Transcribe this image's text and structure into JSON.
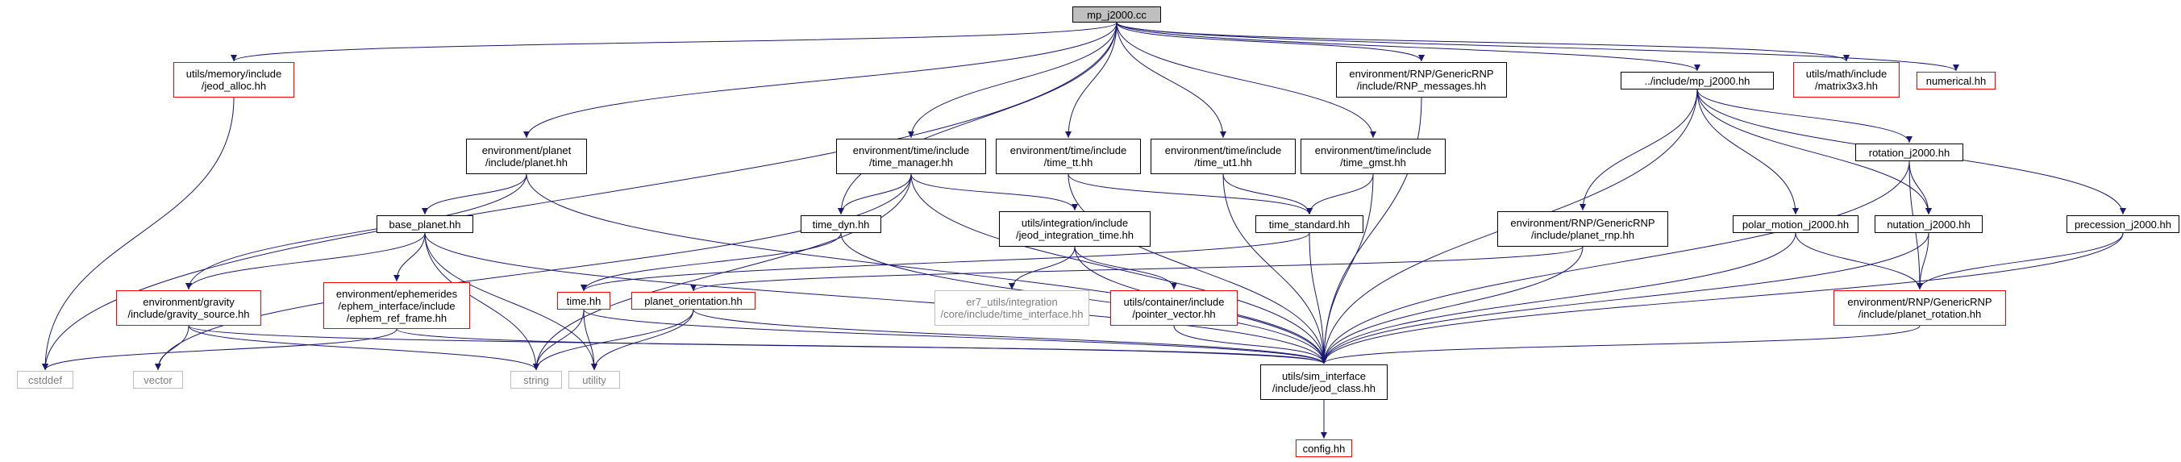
{
  "title": "mp_j2000.cc",
  "colors": {
    "edge": "#191970",
    "node_border": "#000000",
    "missing_border": "#ff0000",
    "system_border": "#bfbfbf",
    "root_fill": "#bfbfbf"
  },
  "nodes": [
    {
      "id": "root",
      "style": "root",
      "lines": [
        "mp_j2000.cc"
      ]
    },
    {
      "id": "jeod_alloc",
      "style": "red",
      "lines": [
        "utils/memory/include",
        "/jeod_alloc.hh"
      ]
    },
    {
      "id": "rnp_messages",
      "style": "black",
      "lines": [
        "environment/RNP/GenericRNP",
        "/include/RNP_messages.hh"
      ]
    },
    {
      "id": "inc_mp_j2000",
      "style": "black",
      "lines": [
        "../include/mp_j2000.hh"
      ]
    },
    {
      "id": "matrix3x3",
      "style": "red",
      "lines": [
        "utils/math/include",
        "/matrix3x3.hh"
      ]
    },
    {
      "id": "numerical",
      "style": "red",
      "lines": [
        "numerical.hh"
      ]
    },
    {
      "id": "planet",
      "style": "black",
      "lines": [
        "environment/planet",
        "/include/planet.hh"
      ]
    },
    {
      "id": "time_manager",
      "style": "black",
      "lines": [
        "environment/time/include",
        "/time_manager.hh"
      ]
    },
    {
      "id": "time_tt",
      "style": "black",
      "lines": [
        "environment/time/include",
        "/time_tt.hh"
      ]
    },
    {
      "id": "time_ut1",
      "style": "black",
      "lines": [
        "environment/time/include",
        "/time_ut1.hh"
      ]
    },
    {
      "id": "time_gmst",
      "style": "black",
      "lines": [
        "environment/time/include",
        "/time_gmst.hh"
      ]
    },
    {
      "id": "rotation_j2000",
      "style": "black",
      "lines": [
        "rotation_j2000.hh"
      ]
    },
    {
      "id": "base_planet",
      "style": "black",
      "lines": [
        "base_planet.hh"
      ]
    },
    {
      "id": "time_dyn",
      "style": "black",
      "lines": [
        "time_dyn.hh"
      ]
    },
    {
      "id": "jeod_integration_time",
      "style": "black",
      "lines": [
        "utils/integration/include",
        "/jeod_integration_time.hh"
      ]
    },
    {
      "id": "time_standard",
      "style": "black",
      "lines": [
        "time_standard.hh"
      ]
    },
    {
      "id": "planet_rnp",
      "style": "black",
      "lines": [
        "environment/RNP/GenericRNP",
        "/include/planet_rnp.hh"
      ]
    },
    {
      "id": "polar_motion",
      "style": "black",
      "lines": [
        "polar_motion_j2000.hh"
      ]
    },
    {
      "id": "nutation",
      "style": "black",
      "lines": [
        "nutation_j2000.hh"
      ]
    },
    {
      "id": "precession",
      "style": "black",
      "lines": [
        "precession_j2000.hh"
      ]
    },
    {
      "id": "gravity_source",
      "style": "red",
      "lines": [
        "environment/gravity",
        "/include/gravity_source.hh"
      ]
    },
    {
      "id": "ephem_ref_frame",
      "style": "red",
      "lines": [
        "environment/ephemerides",
        "/ephem_interface/include",
        "/ephem_ref_frame.hh"
      ]
    },
    {
      "id": "time_hh",
      "style": "red",
      "lines": [
        "time.hh"
      ]
    },
    {
      "id": "planet_orientation",
      "style": "red",
      "lines": [
        "planet_orientation.hh"
      ]
    },
    {
      "id": "time_interface",
      "style": "gray",
      "lines": [
        "er7_utils/integration",
        "/core/include/time_interface.hh"
      ]
    },
    {
      "id": "pointer_vector",
      "style": "red",
      "lines": [
        "utils/container/include",
        "/pointer_vector.hh"
      ]
    },
    {
      "id": "planet_rotation",
      "style": "red",
      "lines": [
        "environment/RNP/GenericRNP",
        "/include/planet_rotation.hh"
      ]
    },
    {
      "id": "cstddef",
      "style": "gray",
      "lines": [
        "cstddef"
      ]
    },
    {
      "id": "vector",
      "style": "gray",
      "lines": [
        "vector"
      ]
    },
    {
      "id": "string",
      "style": "gray",
      "lines": [
        "string"
      ]
    },
    {
      "id": "utility",
      "style": "gray",
      "lines": [
        "utility"
      ]
    },
    {
      "id": "jeod_class",
      "style": "black",
      "lines": [
        "utils/sim_interface",
        "/include/jeod_class.hh"
      ]
    },
    {
      "id": "config",
      "style": "red",
      "lines": [
        "config.hh"
      ]
    }
  ],
  "edges": [
    [
      "root",
      "jeod_alloc"
    ],
    [
      "root",
      "rnp_messages"
    ],
    [
      "root",
      "inc_mp_j2000"
    ],
    [
      "root",
      "matrix3x3"
    ],
    [
      "root",
      "numerical"
    ],
    [
      "root",
      "planet"
    ],
    [
      "root",
      "time_manager"
    ],
    [
      "root",
      "time_tt"
    ],
    [
      "root",
      "time_ut1"
    ],
    [
      "root",
      "time_gmst"
    ],
    [
      "root",
      "time_dyn"
    ],
    [
      "root",
      "cstddef"
    ],
    [
      "jeod_alloc",
      "cstddef"
    ],
    [
      "rnp_messages",
      "jeod_class"
    ],
    [
      "inc_mp_j2000",
      "rotation_j2000"
    ],
    [
      "inc_mp_j2000",
      "planet_rnp"
    ],
    [
      "inc_mp_j2000",
      "polar_motion"
    ],
    [
      "inc_mp_j2000",
      "nutation"
    ],
    [
      "inc_mp_j2000",
      "precession"
    ],
    [
      "inc_mp_j2000",
      "jeod_class"
    ],
    [
      "planet",
      "base_planet"
    ],
    [
      "planet",
      "gravity_source"
    ],
    [
      "planet",
      "jeod_class"
    ],
    [
      "time_manager",
      "time_dyn"
    ],
    [
      "time_manager",
      "jeod_integration_time"
    ],
    [
      "time_manager",
      "vector"
    ],
    [
      "time_manager",
      "string"
    ],
    [
      "time_manager",
      "jeod_class"
    ],
    [
      "time_tt",
      "time_standard"
    ],
    [
      "time_tt",
      "jeod_class"
    ],
    [
      "time_ut1",
      "time_standard"
    ],
    [
      "time_ut1",
      "jeod_class"
    ],
    [
      "time_gmst",
      "time_standard"
    ],
    [
      "time_gmst",
      "jeod_class"
    ],
    [
      "rotation_j2000",
      "nutation"
    ],
    [
      "rotation_j2000",
      "planet_rotation"
    ],
    [
      "rotation_j2000",
      "jeod_class"
    ],
    [
      "base_planet",
      "gravity_source"
    ],
    [
      "base_planet",
      "ephem_ref_frame"
    ],
    [
      "base_planet",
      "string"
    ],
    [
      "base_planet",
      "utility"
    ],
    [
      "base_planet",
      "jeod_class"
    ],
    [
      "time_dyn",
      "time_hh"
    ],
    [
      "time_dyn",
      "jeod_class"
    ],
    [
      "jeod_integration_time",
      "time_interface"
    ],
    [
      "jeod_integration_time",
      "pointer_vector"
    ],
    [
      "jeod_integration_time",
      "jeod_class"
    ],
    [
      "time_standard",
      "time_hh"
    ],
    [
      "time_standard",
      "jeod_class"
    ],
    [
      "planet_rnp",
      "planet_orientation"
    ],
    [
      "planet_rnp",
      "jeod_class"
    ],
    [
      "polar_motion",
      "planet_rotation"
    ],
    [
      "polar_motion",
      "jeod_class"
    ],
    [
      "nutation",
      "planet_rotation"
    ],
    [
      "nutation",
      "jeod_class"
    ],
    [
      "precession",
      "planet_rotation"
    ],
    [
      "precession",
      "jeod_class"
    ],
    [
      "gravity_source",
      "vector"
    ],
    [
      "gravity_source",
      "string"
    ],
    [
      "gravity_source",
      "jeod_class"
    ],
    [
      "ephem_ref_frame",
      "cstddef"
    ],
    [
      "ephem_ref_frame",
      "jeod_class"
    ],
    [
      "time_hh",
      "string"
    ],
    [
      "time_hh",
      "utility"
    ],
    [
      "time_hh",
      "jeod_class"
    ],
    [
      "planet_orientation",
      "string"
    ],
    [
      "planet_orientation",
      "utility"
    ],
    [
      "planet_orientation",
      "jeod_class"
    ],
    [
      "pointer_vector",
      "jeod_class"
    ],
    [
      "planet_rotation",
      "jeod_class"
    ],
    [
      "jeod_class",
      "config"
    ]
  ]
}
